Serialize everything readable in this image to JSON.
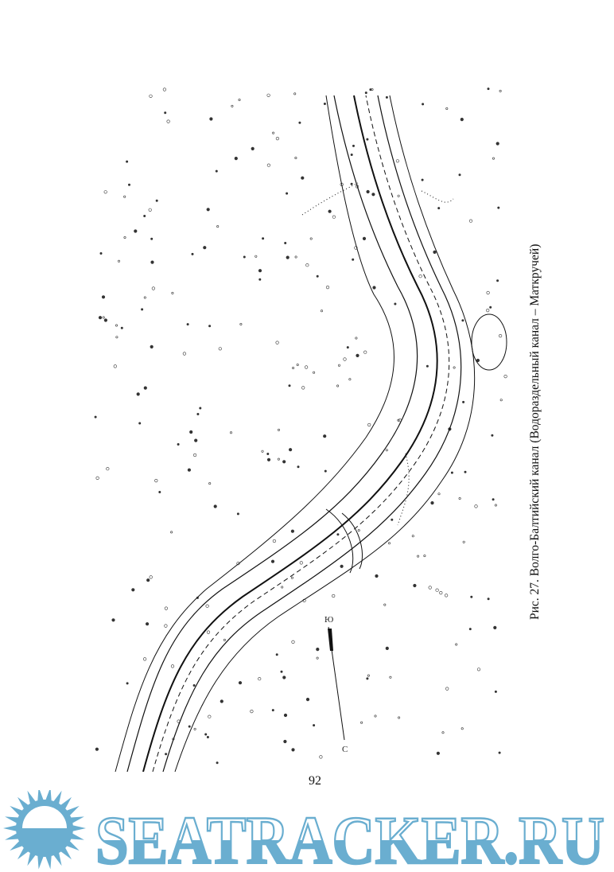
{
  "figure": {
    "caption": "Рис. 27. Волго-Балтийский канал (Водораздельный канал – Маткручей)",
    "compass_north": "С",
    "compass_south": "Ю"
  },
  "page_number": "92",
  "watermark": {
    "text": "SEATRACKER.RU",
    "color": "#6aaed0"
  }
}
